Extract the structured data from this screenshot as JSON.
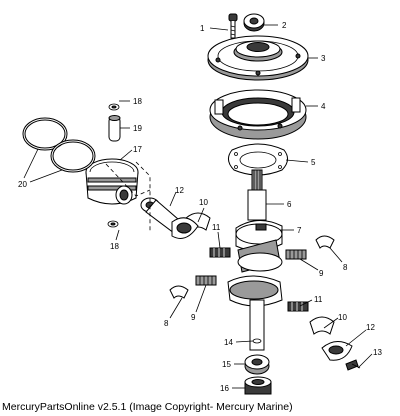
{
  "caption": "MercuryPartsOnline v2.5.1 (Image Copyright- Mercury Marine)",
  "callouts": [
    "1",
    "2",
    "3",
    "4",
    "5",
    "6",
    "7",
    "8",
    "9",
    "10",
    "11",
    "12",
    "13",
    "14",
    "15",
    "16",
    "17",
    "18",
    "19",
    "20"
  ]
}
